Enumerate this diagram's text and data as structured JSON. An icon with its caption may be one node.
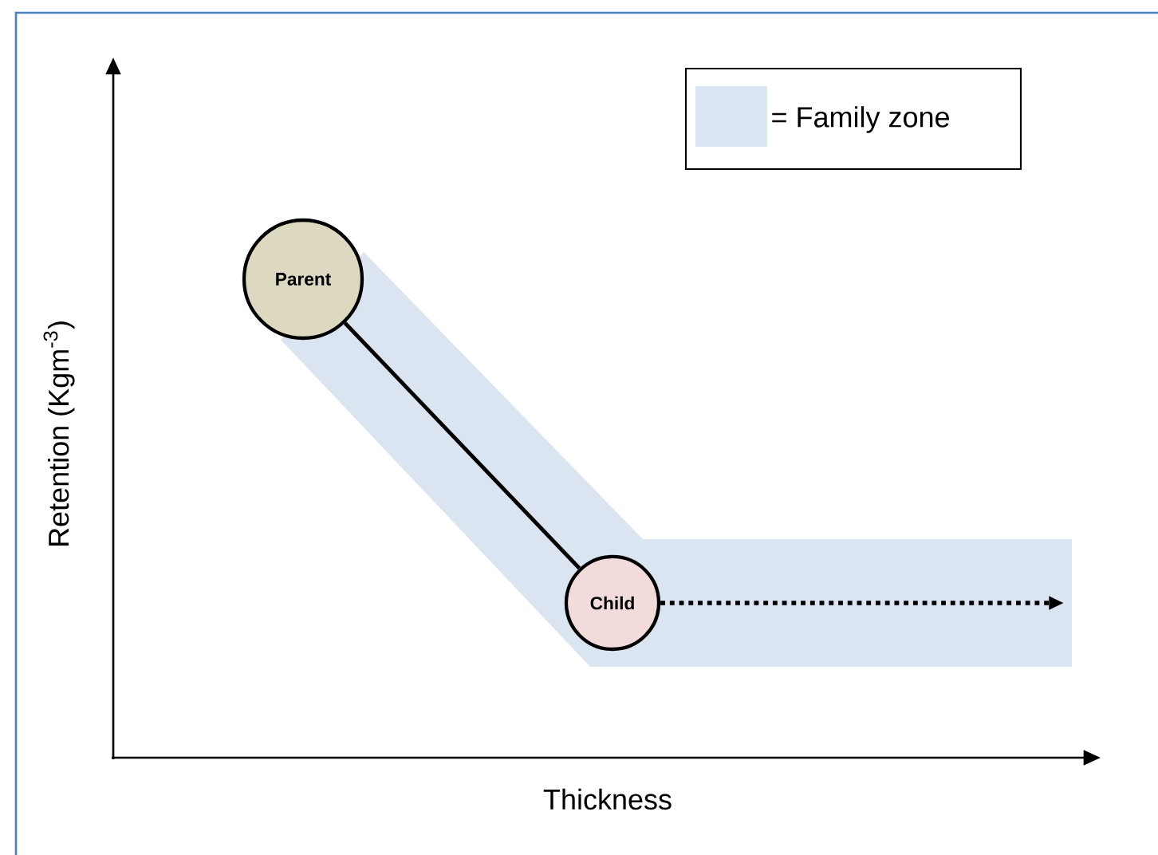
{
  "diagram": {
    "nodes": [
      {
        "text": [
          "Parent"
        ]
      },
      {
        "text": [
          "Child"
        ]
      }
    ],
    "edges": [
      {
        "from": 0,
        "to": 1,
        "arrow": "none"
      },
      {
        "from": 1,
        "to": null,
        "arrow": "to",
        "style": "dashed"
      }
    ],
    "labels": [
      "Retention (Kgm$^{-3}$)",
      "Thickness"
    ],
    "legend": [
      {
        "text": "= Family zone",
        "color": "#dbe5f1"
      }
    ]
  }
}
